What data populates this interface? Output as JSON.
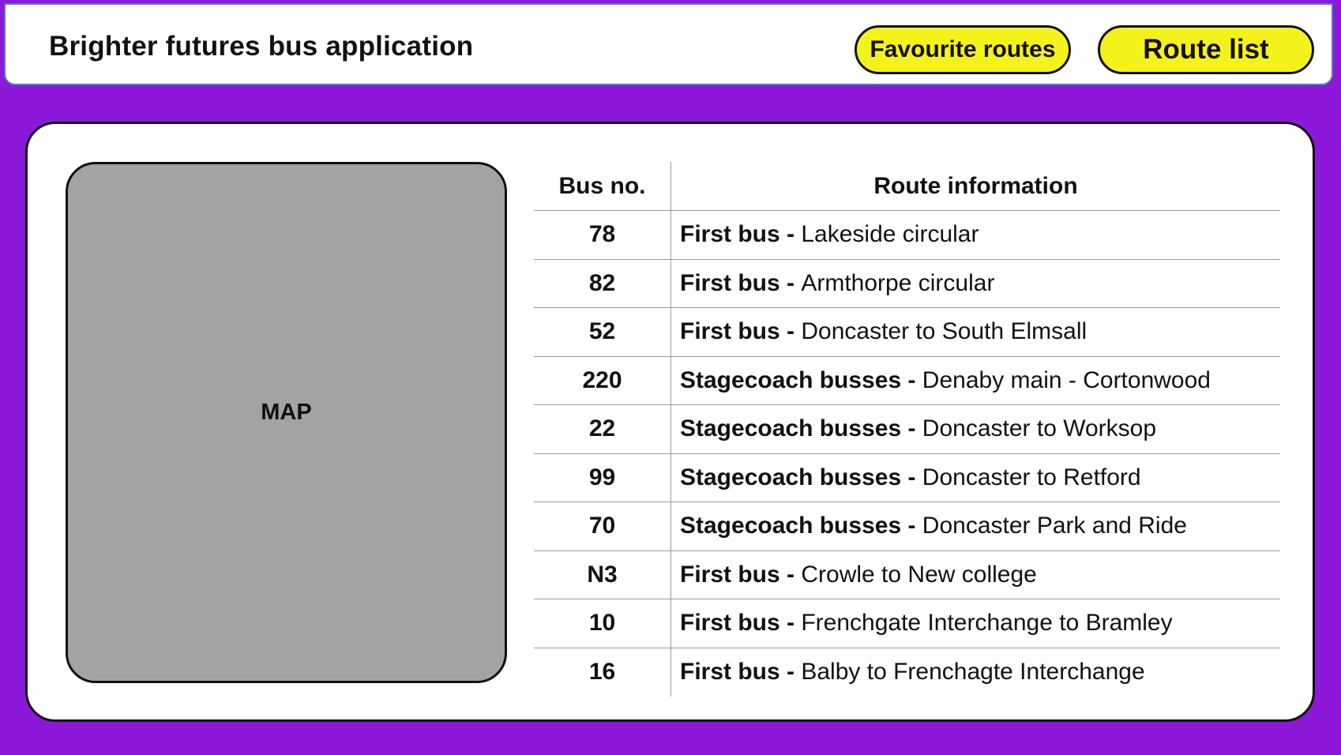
{
  "header": {
    "title": "Brighter futures bus application",
    "favourite_label": "Favourite routes",
    "route_list_label": "Route list"
  },
  "map": {
    "label": "MAP"
  },
  "table": {
    "columns": [
      "Bus no.",
      "Route information"
    ],
    "separator": " - ",
    "rows": [
      {
        "bus_no": "78",
        "operator": "First bus",
        "route": "Lakeside circular"
      },
      {
        "bus_no": "82",
        "operator": "First bus",
        "route": "Armthorpe circular"
      },
      {
        "bus_no": "52",
        "operator": "First bus",
        "route": "Doncaster to South Elmsall"
      },
      {
        "bus_no": "220",
        "operator": "Stagecoach busses",
        "route": "Denaby main - Cortonwood"
      },
      {
        "bus_no": "22",
        "operator": "Stagecoach busses",
        "route": "Doncaster to Worksop"
      },
      {
        "bus_no": "99",
        "operator": "Stagecoach busses",
        "route": "Doncaster to Retford"
      },
      {
        "bus_no": "70",
        "operator": "Stagecoach busses",
        "route": "Doncaster Park and Ride"
      },
      {
        "bus_no": "N3",
        "operator": "First bus",
        "route": "Crowle to New college"
      },
      {
        "bus_no": "10",
        "operator": "First bus",
        "route": "Frenchgate Interchange to Bramley"
      },
      {
        "bus_no": "16",
        "operator": "First bus",
        "route": "Balby to Frenchagte Interchange"
      }
    ]
  },
  "colors": {
    "background": "#8c18d9",
    "button": "#f4f21b",
    "map": "#a3a3a3",
    "header_border": "#4f79c9"
  }
}
